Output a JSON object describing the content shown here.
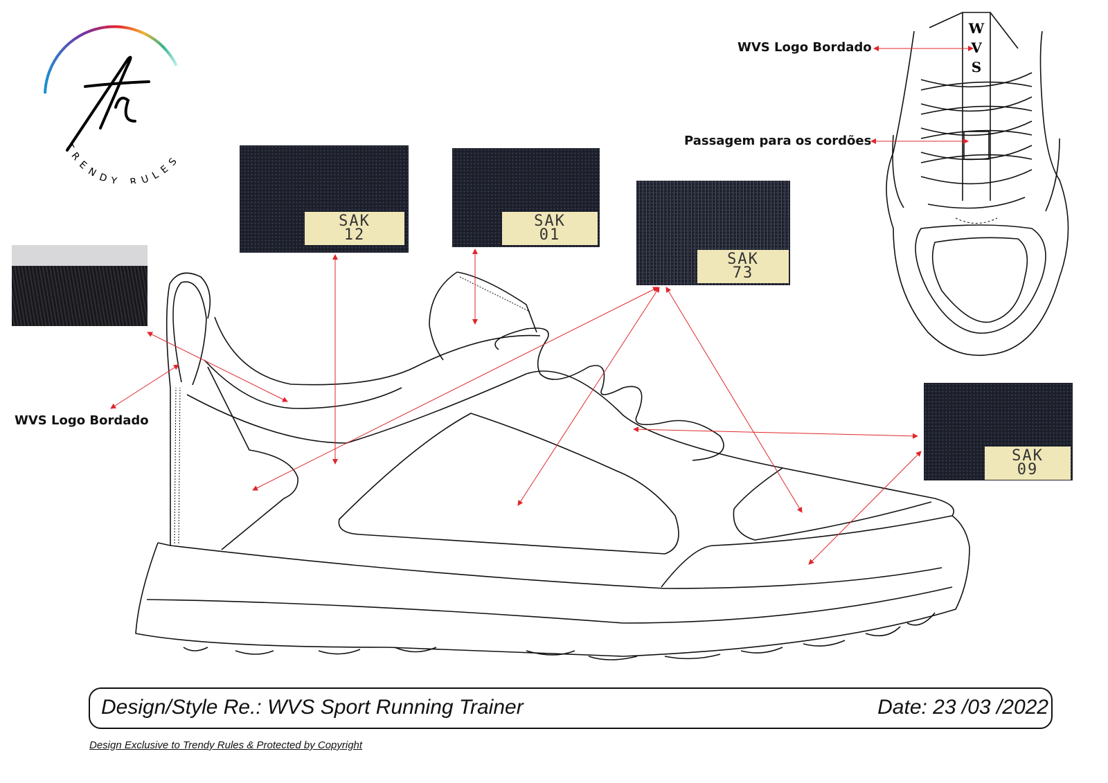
{
  "logo": {
    "brand_text": "TRENDY RULES",
    "monogram": "tr"
  },
  "callouts": {
    "heel_logo": "WVS Logo Bordado",
    "tongue_logo": "WVS Logo Bordado",
    "lace_pass": "Passagem para os cordões"
  },
  "tongue_embroidery": [
    "W",
    "V",
    "S"
  ],
  "swatches": [
    {
      "code": "SAK",
      "number": "12"
    },
    {
      "code": "SAK",
      "number": "01"
    },
    {
      "code": "SAK",
      "number": "73"
    },
    {
      "code": "SAK",
      "number": "09"
    }
  ],
  "footer": {
    "title": "Design/Style Re.: WVS Sport Running Trainer",
    "date": "Date: 23 /03 /2022",
    "copyright": "Design Exclusive to Trendy Rules & Protected by Copyright"
  },
  "colors": {
    "arrow": "#e0262b",
    "line": "#111111",
    "swatch_bg": "#1c1f2a",
    "tag_bg": "#efe7b8"
  }
}
